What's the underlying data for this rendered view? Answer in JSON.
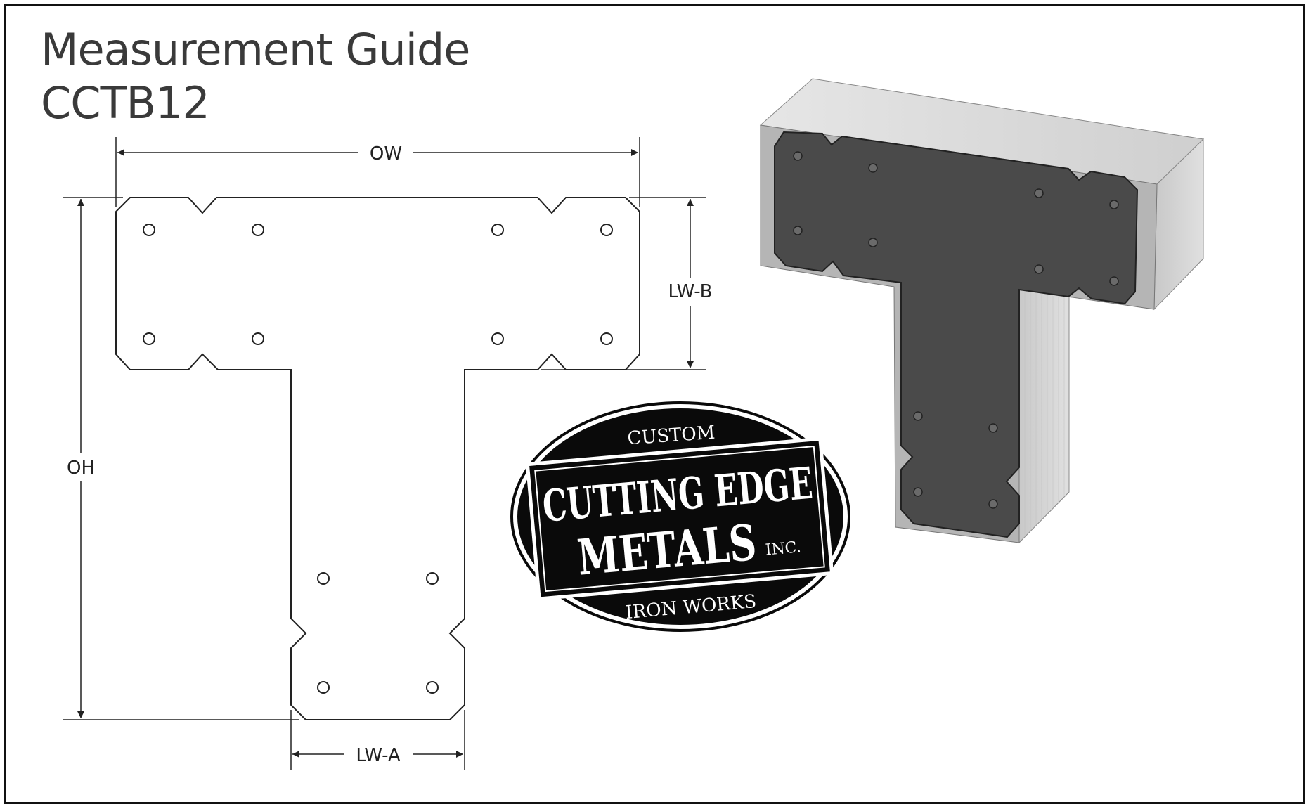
{
  "title": {
    "line1": "Measurement Guide",
    "line2": "CCTB12"
  },
  "dimensions": {
    "overall_width": "OW",
    "overall_height": "OH",
    "leg_width_a": "LW-A",
    "leg_width_b": "LW-B"
  },
  "logo": {
    "top_text": "CUSTOM",
    "line1": "CUTTING EDGE",
    "line2": "METALS",
    "suffix": "INC.",
    "bottom_text": "IRON WORKS"
  },
  "colors": {
    "plate_dark": "#4a4a4a",
    "wood_light": "#d9d9d9",
    "logo_black": "#0a0a0a",
    "line": "#222222"
  }
}
